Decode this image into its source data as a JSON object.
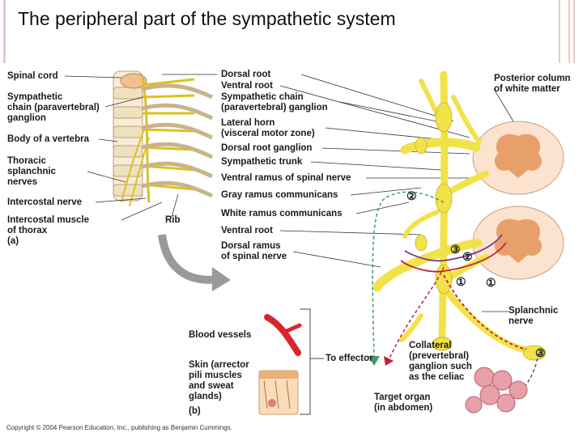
{
  "slide": {
    "title": "The peripheral part of the sympathetic system",
    "copyright": "Copyright © 2004 Pearson Education, Inc., publishing as Benjamin Cummings."
  },
  "panel_a": {
    "spinal_cord": "Spinal cord",
    "sympathetic_chain": [
      "Sympathetic",
      "chain (paravertebral)",
      "ganglion"
    ],
    "body_of_vertebra": "Body of a vertebra",
    "thoracic_splanchnic": [
      "Thoracic",
      "splanchnic",
      "nerves"
    ],
    "intercostal_nerve": "Intercostal nerve",
    "intercostal_muscle": [
      "Intercostal muscle",
      "of thorax"
    ],
    "rib": "Rib",
    "panel_label": "(a)"
  },
  "center_labels": {
    "dorsal_root": "Dorsal root",
    "ventral_root_top": "Ventral root",
    "sympathetic_chain_ganglion": [
      "Sympathetic chain",
      "(paravertebral) ganglion"
    ],
    "lateral_horn": [
      "Lateral horn",
      "(visceral motor zone)"
    ],
    "dorsal_root_ganglion": "Dorsal root ganglion",
    "sympathetic_trunk": "Sympathetic trunk",
    "ventral_ramus": "Ventral ramus of spinal nerve",
    "gray_ramus": "Gray ramus communicans",
    "white_ramus": "White ramus communicans",
    "ventral_root_bottom": "Ventral root",
    "dorsal_ramus": [
      "Dorsal ramus",
      "of spinal nerve"
    ]
  },
  "right_labels": {
    "posterior_column": [
      "Posterior column",
      "of white matter"
    ],
    "splanchnic_nerve": [
      "Splanchnic",
      "nerve"
    ],
    "collateral_ganglion": [
      "Collateral",
      "(prevertebral)",
      "ganglion such",
      "as the celiac"
    ],
    "target_organ": [
      "Target organ",
      "(in abdomen)"
    ]
  },
  "panel_b": {
    "blood_vessels": "Blood vessels",
    "skin": [
      "Skin (arrector",
      "pili muscles",
      "and sweat",
      "glands)"
    ],
    "to_effector": "To effector",
    "panel_label": "(b)"
  },
  "pathway_markers": {
    "one": "①",
    "two": "②",
    "three": "③"
  },
  "colors": {
    "nerve_yellow": "#f2e24a",
    "nerve_outline": "#c9b21e",
    "gray_matter": "#e8a06a",
    "white_matter": "#fbe3cf",
    "preganglionic_red": "#c0203a",
    "postganglionic_green": "#3f9a6a",
    "vessel_red": "#d8262f"
  }
}
